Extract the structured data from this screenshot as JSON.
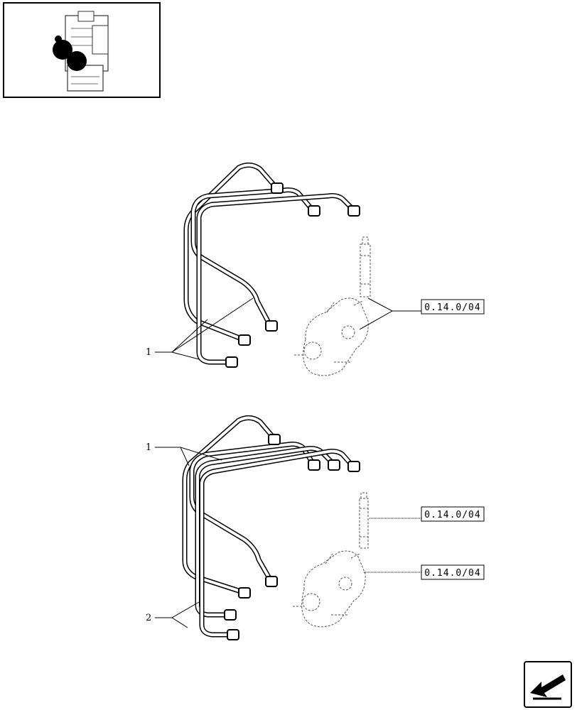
{
  "thumbnail": {
    "icon": "engine-thumbnail"
  },
  "diagram_top": {
    "callouts": [
      {
        "label": "1"
      }
    ],
    "references": [
      {
        "label": "0.14.0/04"
      }
    ]
  },
  "diagram_bottom": {
    "callouts": [
      {
        "label": "1"
      },
      {
        "label": "2"
      }
    ],
    "references": [
      {
        "label": "0.14.0/04"
      },
      {
        "label": "0.14.0/04"
      }
    ]
  },
  "nav": {
    "icon": "back-arrow-icon"
  }
}
